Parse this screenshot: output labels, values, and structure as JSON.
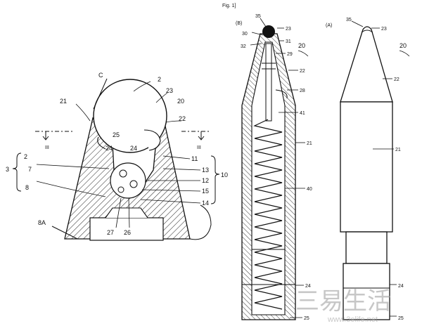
{
  "figure_title": "Fig. 1]",
  "view_b_label": "(B)",
  "view_a_label": "(A)",
  "left_detail": {
    "labels": [
      "C",
      "2",
      "23",
      "20",
      "21",
      "22",
      "25",
      "24",
      "24",
      "11",
      "III",
      "III",
      "2",
      "7",
      "8",
      "3",
      "13",
      "12",
      "15",
      "14",
      "10",
      "8A",
      "27",
      "26"
    ]
  },
  "view_b": {
    "labels": [
      "35",
      "23",
      "30",
      "31",
      "32",
      "29",
      "20",
      "22",
      "28",
      "41",
      "21",
      "40",
      "24",
      "25"
    ]
  },
  "view_a": {
    "labels": [
      "35",
      "23",
      "20",
      "22",
      "21",
      "24",
      "25"
    ]
  },
  "watermark": {
    "chinese": "三易生活",
    "url": "www.3elife.net"
  }
}
